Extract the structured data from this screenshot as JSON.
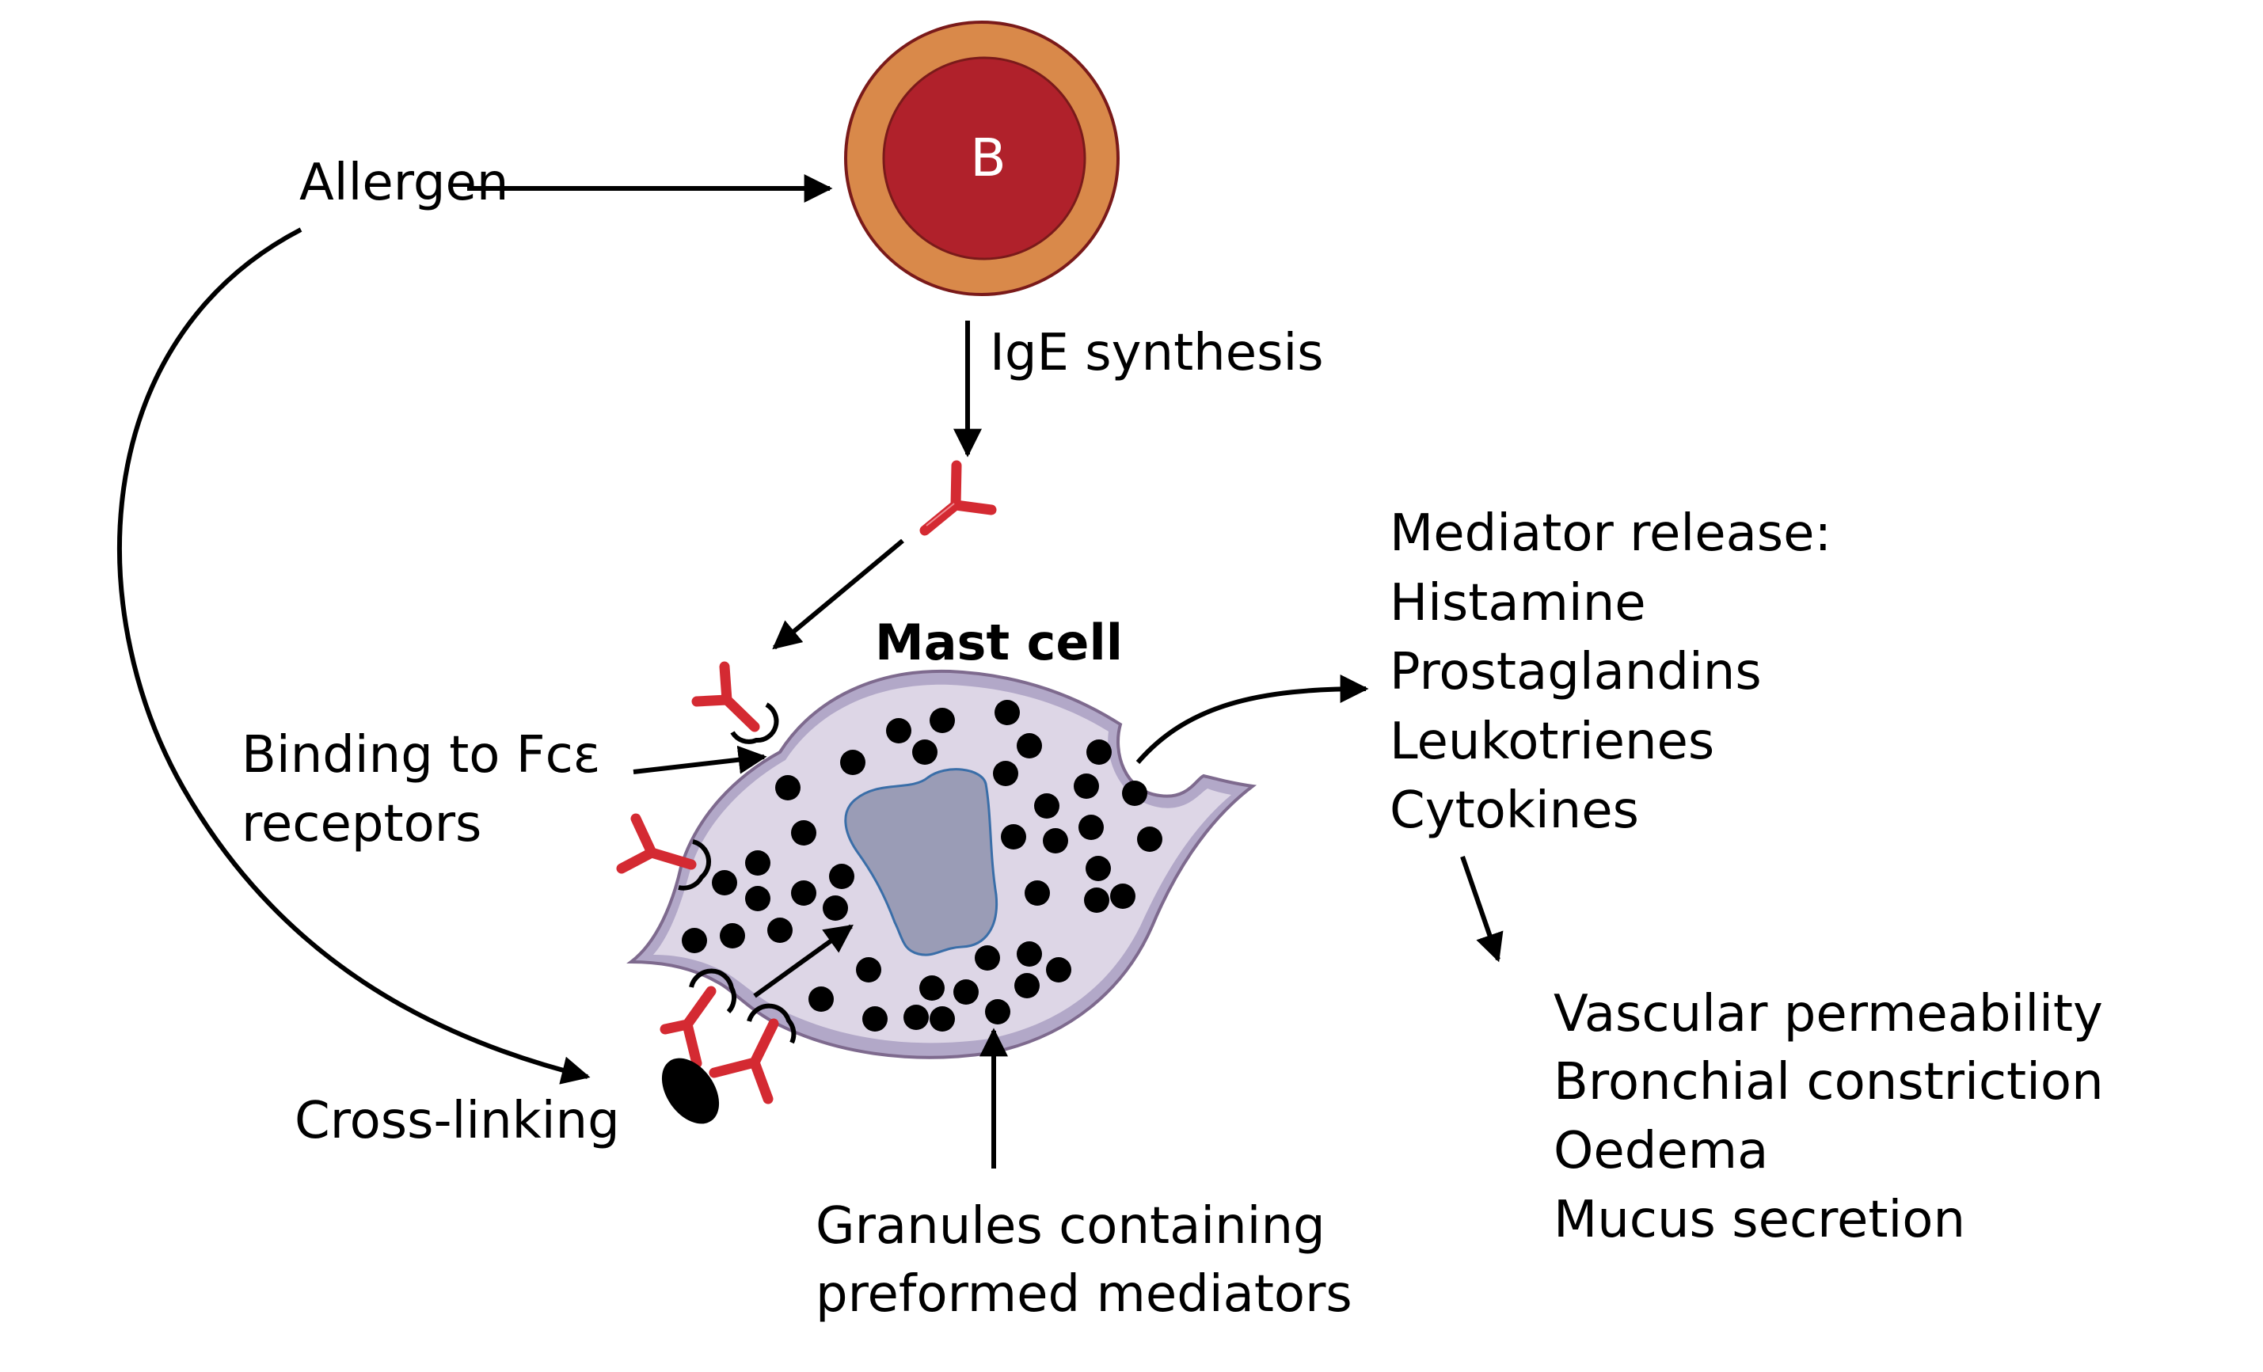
{
  "title": "IgE-mediated mast cell activation",
  "colors": {
    "b_cell_outer": "#d9894a",
    "b_cell_inner": "#b0212b",
    "b_cell_border": "#7a1a1a",
    "antibody": "#d42a32",
    "mast_cell_fill": "#ddd6e6",
    "mast_cell_rim": "#b2a8c8",
    "mast_cell_border": "#7e6a8e",
    "nucleus_fill": "#9a9cb6",
    "nucleus_border": "#3a6ea8",
    "granule": "#000000",
    "allergen": "#000000"
  },
  "labels": {
    "allergen": "Allergen",
    "b_cell": "B",
    "ige_synthesis": "IgE synthesis",
    "mast_cell": "Mast cell",
    "binding_line1": "Binding to Fcε",
    "binding_line2": "receptors",
    "cross_linking": "Cross-linking",
    "granules_line1": "Granules containing",
    "granules_line2": "preformed mediators"
  },
  "mediator_release": {
    "heading": "Mediator release:",
    "items": [
      "Histamine",
      "Prostaglandins",
      "Leukotrienes",
      "Cytokines"
    ]
  },
  "effects": {
    "items": [
      "Vascular permeability",
      "Bronchial constriction",
      "Oedema",
      "Mucus secretion"
    ]
  }
}
